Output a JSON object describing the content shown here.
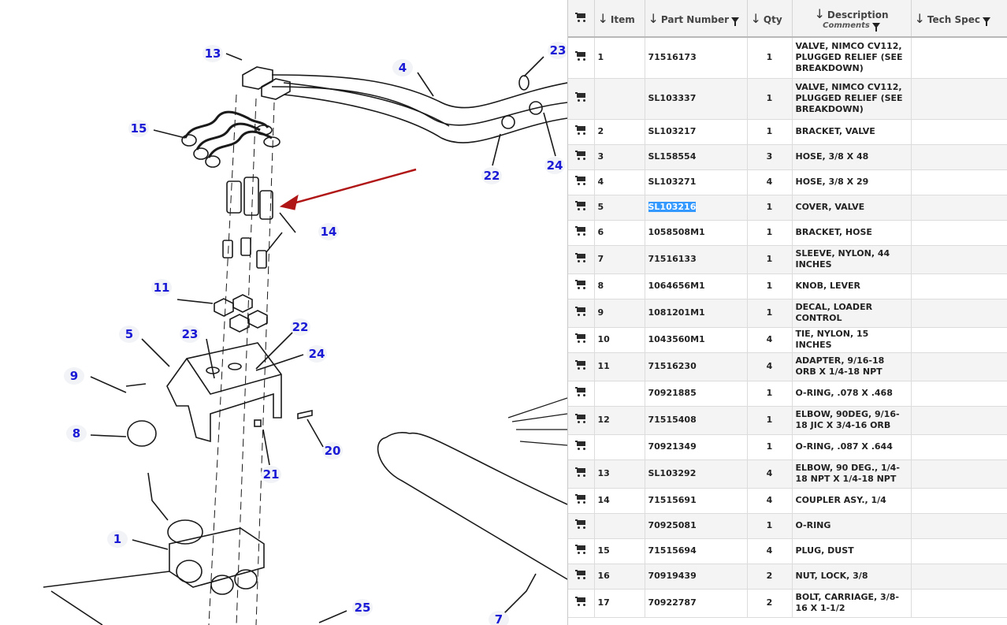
{
  "callouts": [
    "13",
    "4",
    "23",
    "15",
    "24",
    "22",
    "14",
    "11",
    "5",
    "23",
    "22",
    "24",
    "9",
    "8",
    "20",
    "21",
    "1",
    "25",
    "7"
  ],
  "table": {
    "headers": {
      "cart": "",
      "item": "Item",
      "part": "Part Number",
      "qty": "Qty",
      "desc": "Description",
      "desc_sub": "Comments",
      "tech": "Tech Spec"
    },
    "rows": [
      {
        "item": "1",
        "part": "71516173",
        "qty": "1",
        "desc": "VALVE, NIMCO CV112, PLUGGED RELIEF (SEE BREAKDOWN)",
        "tech": ""
      },
      {
        "item": "",
        "part": "SL103337",
        "qty": "1",
        "desc": "VALVE, NIMCO CV112, PLUGGED RELIEF (SEE BREAKDOWN)",
        "tech": ""
      },
      {
        "item": "2",
        "part": "SL103217",
        "qty": "1",
        "desc": "BRACKET, VALVE",
        "tech": ""
      },
      {
        "item": "3",
        "part": "SL158554",
        "qty": "3",
        "desc": "HOSE, 3/8 X 48",
        "tech": ""
      },
      {
        "item": "4",
        "part": "SL103271",
        "qty": "4",
        "desc": "HOSE, 3/8 X 29",
        "tech": ""
      },
      {
        "item": "5",
        "part": "SL103216",
        "qty": "1",
        "desc": "COVER, VALVE",
        "tech": "",
        "selected": true
      },
      {
        "item": "6",
        "part": "1058508M1",
        "qty": "1",
        "desc": "BRACKET, HOSE",
        "tech": ""
      },
      {
        "item": "7",
        "part": "71516133",
        "qty": "1",
        "desc": "SLEEVE, NYLON, 44 INCHES",
        "tech": ""
      },
      {
        "item": "8",
        "part": "1064656M1",
        "qty": "1",
        "desc": "KNOB, LEVER",
        "tech": ""
      },
      {
        "item": "9",
        "part": "1081201M1",
        "qty": "1",
        "desc": "DECAL, LOADER CONTROL",
        "tech": ""
      },
      {
        "item": "10",
        "part": "1043560M1",
        "qty": "4",
        "desc": "TIE, NYLON, 15 INCHES",
        "tech": ""
      },
      {
        "item": "11",
        "part": "71516230",
        "qty": "4",
        "desc": "ADAPTER, 9/16-18 ORB X 1/4-18 NPT",
        "tech": ""
      },
      {
        "item": "",
        "part": "70921885",
        "qty": "1",
        "desc": "O-RING, .078 X .468",
        "tech": ""
      },
      {
        "item": "12",
        "part": "71515408",
        "qty": "1",
        "desc": "ELBOW, 90DEG, 9/16-18 JIC X 3/4-16 ORB",
        "tech": ""
      },
      {
        "item": "",
        "part": "70921349",
        "qty": "1",
        "desc": "O-RING, .087 X .644",
        "tech": ""
      },
      {
        "item": "13",
        "part": "SL103292",
        "qty": "4",
        "desc": "ELBOW, 90 DEG., 1/4-18 NPT X 1/4-18 NPT",
        "tech": ""
      },
      {
        "item": "14",
        "part": "71515691",
        "qty": "4",
        "desc": "COUPLER ASY., 1/4",
        "tech": ""
      },
      {
        "item": "",
        "part": "70925081",
        "qty": "1",
        "desc": "O-RING",
        "tech": ""
      },
      {
        "item": "15",
        "part": "71515694",
        "qty": "4",
        "desc": "PLUG, DUST",
        "tech": ""
      },
      {
        "item": "16",
        "part": "70919439",
        "qty": "2",
        "desc": "NUT, LOCK, 3/8",
        "tech": ""
      },
      {
        "item": "17",
        "part": "70922787",
        "qty": "2",
        "desc": "BOLT, CARRIAGE, 3/8-16 X 1-1/2",
        "tech": ""
      }
    ]
  },
  "icons": {
    "cart": "cart-icon",
    "sort": "arrow-down-icon",
    "filter": "filter-icon"
  },
  "colors": {
    "callout_text": "#1a1ad6",
    "pointer_arrow": "#b01616",
    "selection": "#3399ff"
  }
}
